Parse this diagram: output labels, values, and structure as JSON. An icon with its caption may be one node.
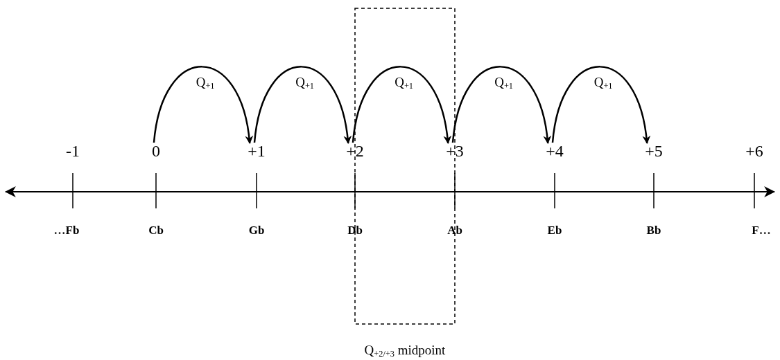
{
  "diagram": {
    "nodes": [
      {
        "text": [
          "-1"
        ]
      },
      {
        "text": [
          "0"
        ]
      },
      {
        "text": [
          "+1"
        ]
      },
      {
        "text": [
          "+2"
        ]
      },
      {
        "text": [
          "+3"
        ]
      },
      {
        "text": [
          "+4"
        ]
      },
      {
        "text": [
          "+5"
        ]
      },
      {
        "text": [
          "+6"
        ]
      }
    ],
    "edges": [
      {
        "from": 1,
        "to": 2,
        "arrow": "to",
        "label": "Q$_{+1}$"
      },
      {
        "from": 2,
        "to": 3,
        "arrow": "to",
        "label": "Q$_{+1}$"
      },
      {
        "from": 3,
        "to": 4,
        "arrow": "to",
        "label": "Q$_{+1}$"
      },
      {
        "from": 4,
        "to": 5,
        "arrow": "to",
        "label": "Q$_{+1}$"
      },
      {
        "from": 5,
        "to": 6,
        "arrow": "to",
        "label": "Q$_{+1}$"
      }
    ],
    "labels": [
      "…Fb",
      "Cb",
      "Gb",
      "Db",
      "Ab",
      "Eb",
      "Bb",
      "F…",
      "Q$_{+2/+3}$ midpoint"
    ]
  }
}
